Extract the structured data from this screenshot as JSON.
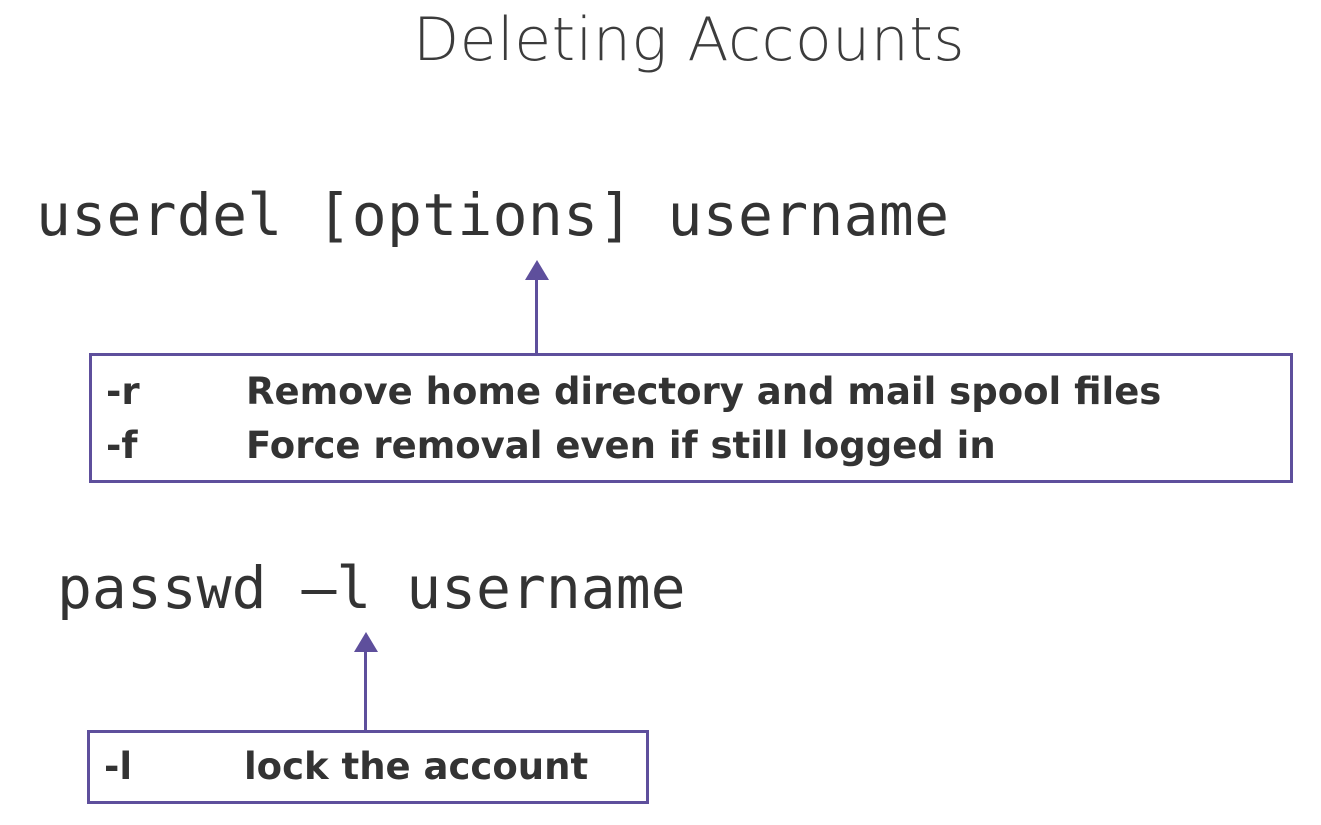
{
  "slide": {
    "title": "Deleting Accounts"
  },
  "command1": {
    "cmd": "userdel",
    "options": "[options]",
    "arg": "username"
  },
  "options1": [
    {
      "flag": "-r",
      "description": "Remove home directory and mail spool files"
    },
    {
      "flag": "-f",
      "description": "Force removal even if still logged in"
    }
  ],
  "command2": {
    "cmd": "passwd",
    "flag": "–l",
    "arg": "username"
  },
  "options2": [
    {
      "flag": "-l",
      "description": "lock the account"
    }
  ],
  "colors": {
    "accent": "#5e4f9c",
    "text": "#333333",
    "background": "#ffffff"
  }
}
